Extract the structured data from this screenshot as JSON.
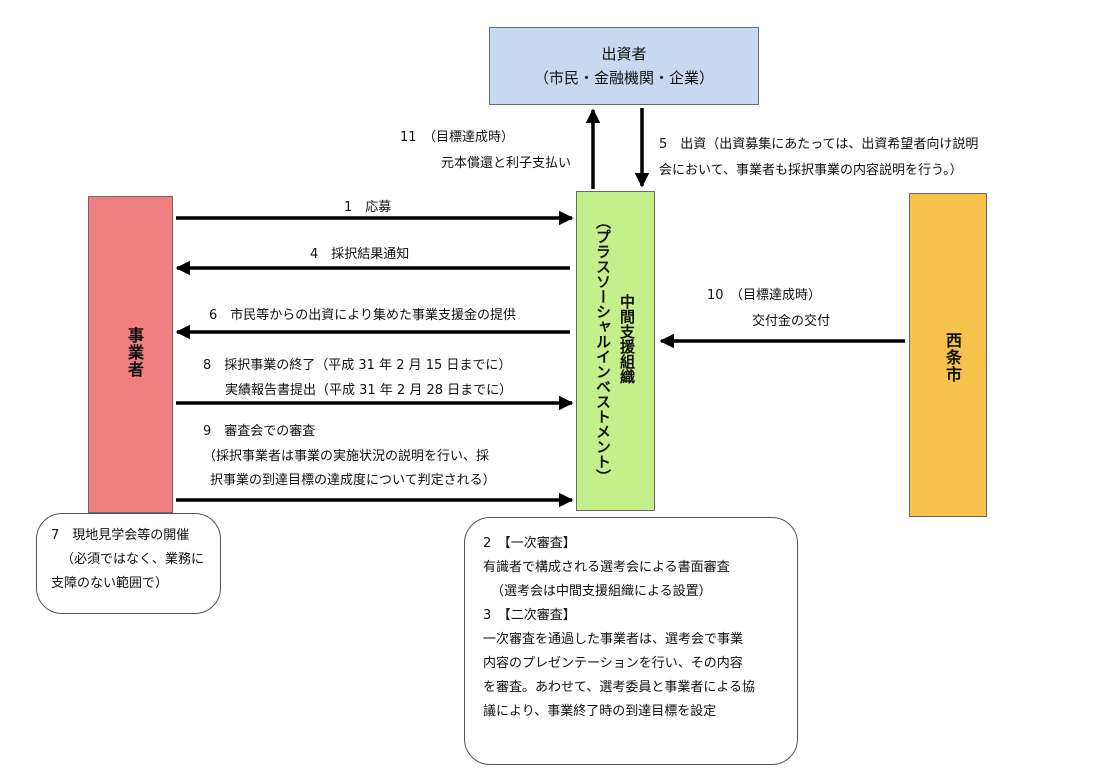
{
  "colors": {
    "investor_fill": "#c6d9f0",
    "business_fill": "#f08080",
    "center_fill": "#c4f08c",
    "city_fill": "#f6c24b",
    "arrow": "#000000"
  },
  "investor": {
    "title": "出資者",
    "subtitle": "（市民・金融機関・企業）"
  },
  "business": {
    "label": "事業者"
  },
  "center": {
    "label_main": "中間支援組織",
    "label_sub": "（プラスソーシャルインベストメント）"
  },
  "city": {
    "label": "西条市"
  },
  "flows": {
    "step11": {
      "line1": "11　（目標達成時）",
      "line2": "元本償還と利子支払い"
    },
    "step5": {
      "line1": "5　出資（出資募集にあたっては、出資希望者向け説明",
      "line2": "会において、事業者も採択事業の内容説明を行う。）"
    },
    "step1": "1　応募",
    "step4": "4　採択結果通知",
    "step6": "6　市民等からの出資により集めた事業支援金の提供",
    "step8": {
      "line1": "8　採択事業の終了（平成 31 年 2 月 15 日までに）",
      "line2": "実績報告書提出（平成 31 年 2 月 28 日までに）"
    },
    "step9": {
      "line1": "9　審査会での審査",
      "line2": "（採択事業者は事業の実施状況の説明を行い、採",
      "line3": "択事業の到達目標の達成度について判定される）"
    },
    "step10": {
      "line1": "10　（目標達成時）",
      "line2": "交付金の交付"
    }
  },
  "site_visit": {
    "line1": "7　現地見学会等の開催",
    "line2": "（必須ではなく、業務に",
    "line3": "支障のない範囲で）"
  },
  "review": {
    "l1": "2　【一次審査】",
    "l2": "有識者で構成される選考会による書面審査",
    "l3": "（選考会は中間支援組織による設置）",
    "l4": "3　【二次審査】",
    "l5": "一次審査を通過した事業者は、選考会で事業",
    "l6": "内容のプレゼンテーションを行い、その内容",
    "l7": "を審査。あわせて、選考委員と事業者による協",
    "l8": "議により、事業終了時の到達目標を設定"
  }
}
